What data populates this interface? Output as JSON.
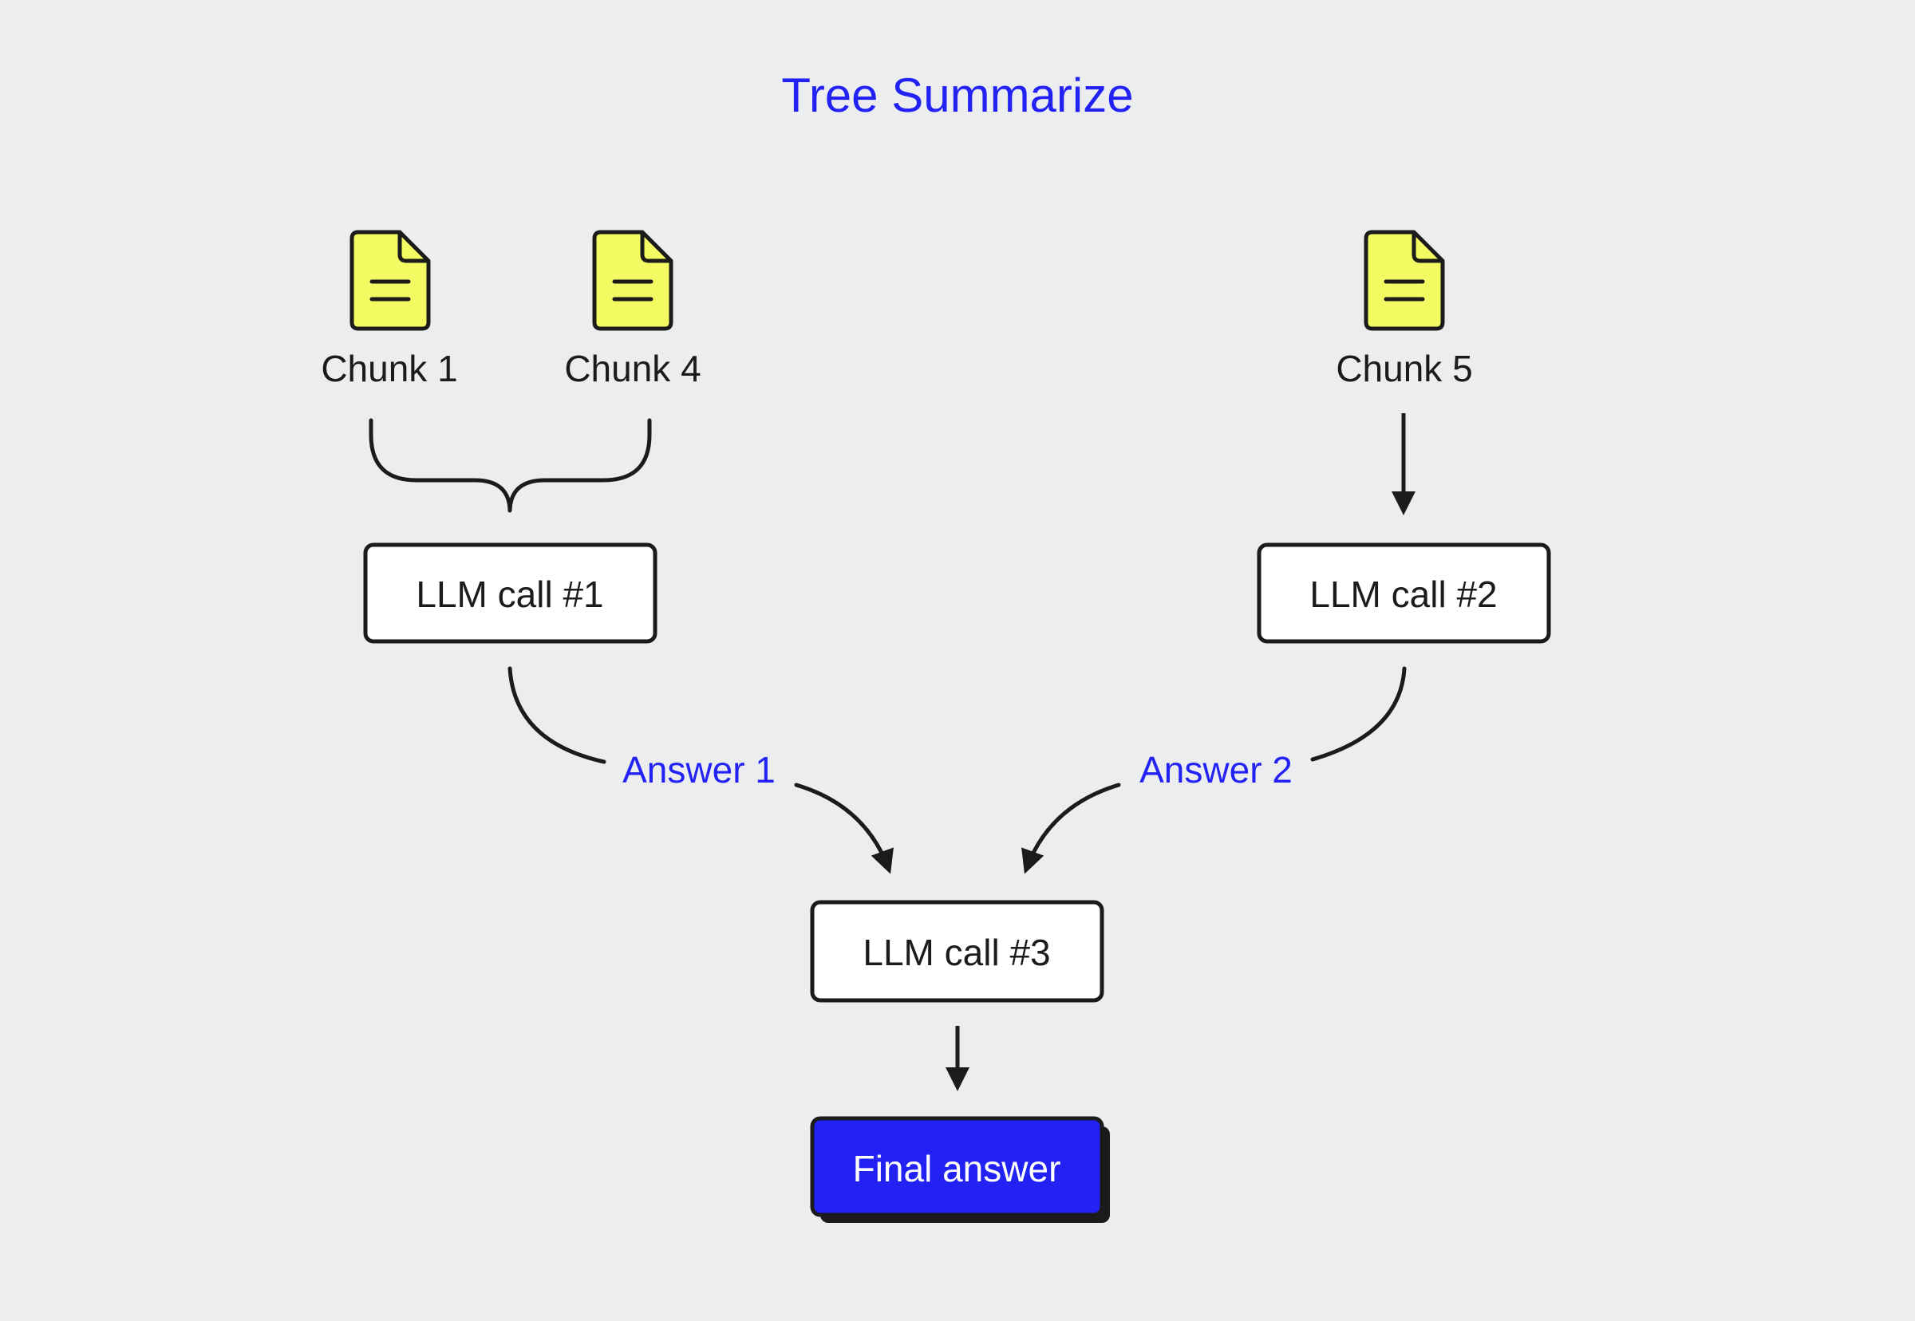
{
  "title": "Tree Summarize",
  "chunks": [
    {
      "label": "Chunk 1"
    },
    {
      "label": "Chunk 4"
    },
    {
      "label": "Chunk 5"
    }
  ],
  "llm_calls": [
    {
      "label": "LLM call #1"
    },
    {
      "label": "LLM call #2"
    },
    {
      "label": "LLM call #3"
    }
  ],
  "answers": [
    {
      "label": "Answer 1"
    },
    {
      "label": "Answer 2"
    }
  ],
  "final": {
    "label": "Final answer"
  },
  "colors": {
    "background": "#ecedef",
    "accent": "#2222f5",
    "document_fill": "#f3fa62",
    "stroke": "#1b1b1b",
    "box_fill": "#ffffff"
  },
  "icons": {
    "chunk_icon": "document-icon"
  }
}
